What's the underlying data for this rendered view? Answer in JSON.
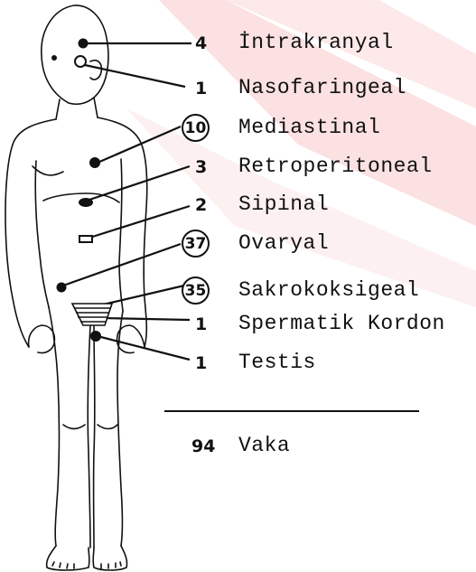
{
  "colors": {
    "ink": "#111111",
    "watermark": "#fbe1e1",
    "paper": "#ffffff"
  },
  "sites": [
    {
      "count": "4",
      "label": "İntrakranyal",
      "circled": false
    },
    {
      "count": "1",
      "label": "Nasofaringeal",
      "circled": false
    },
    {
      "count": "10",
      "label": "Mediastinal",
      "circled": true
    },
    {
      "count": "3",
      "label": "Retroperitoneal",
      "circled": false
    },
    {
      "count": "2",
      "label": "Sipinal",
      "circled": false
    },
    {
      "count": "37",
      "label": "Ovaryal",
      "circled": true
    },
    {
      "count": "35",
      "label": "Sakrokoksigeal",
      "circled": true
    },
    {
      "count": "1",
      "label": "Spermatik Kordon",
      "circled": false
    },
    {
      "count": "1",
      "label": "Testis",
      "circled": false
    }
  ],
  "total": {
    "count": "94",
    "label": "Vaka"
  }
}
